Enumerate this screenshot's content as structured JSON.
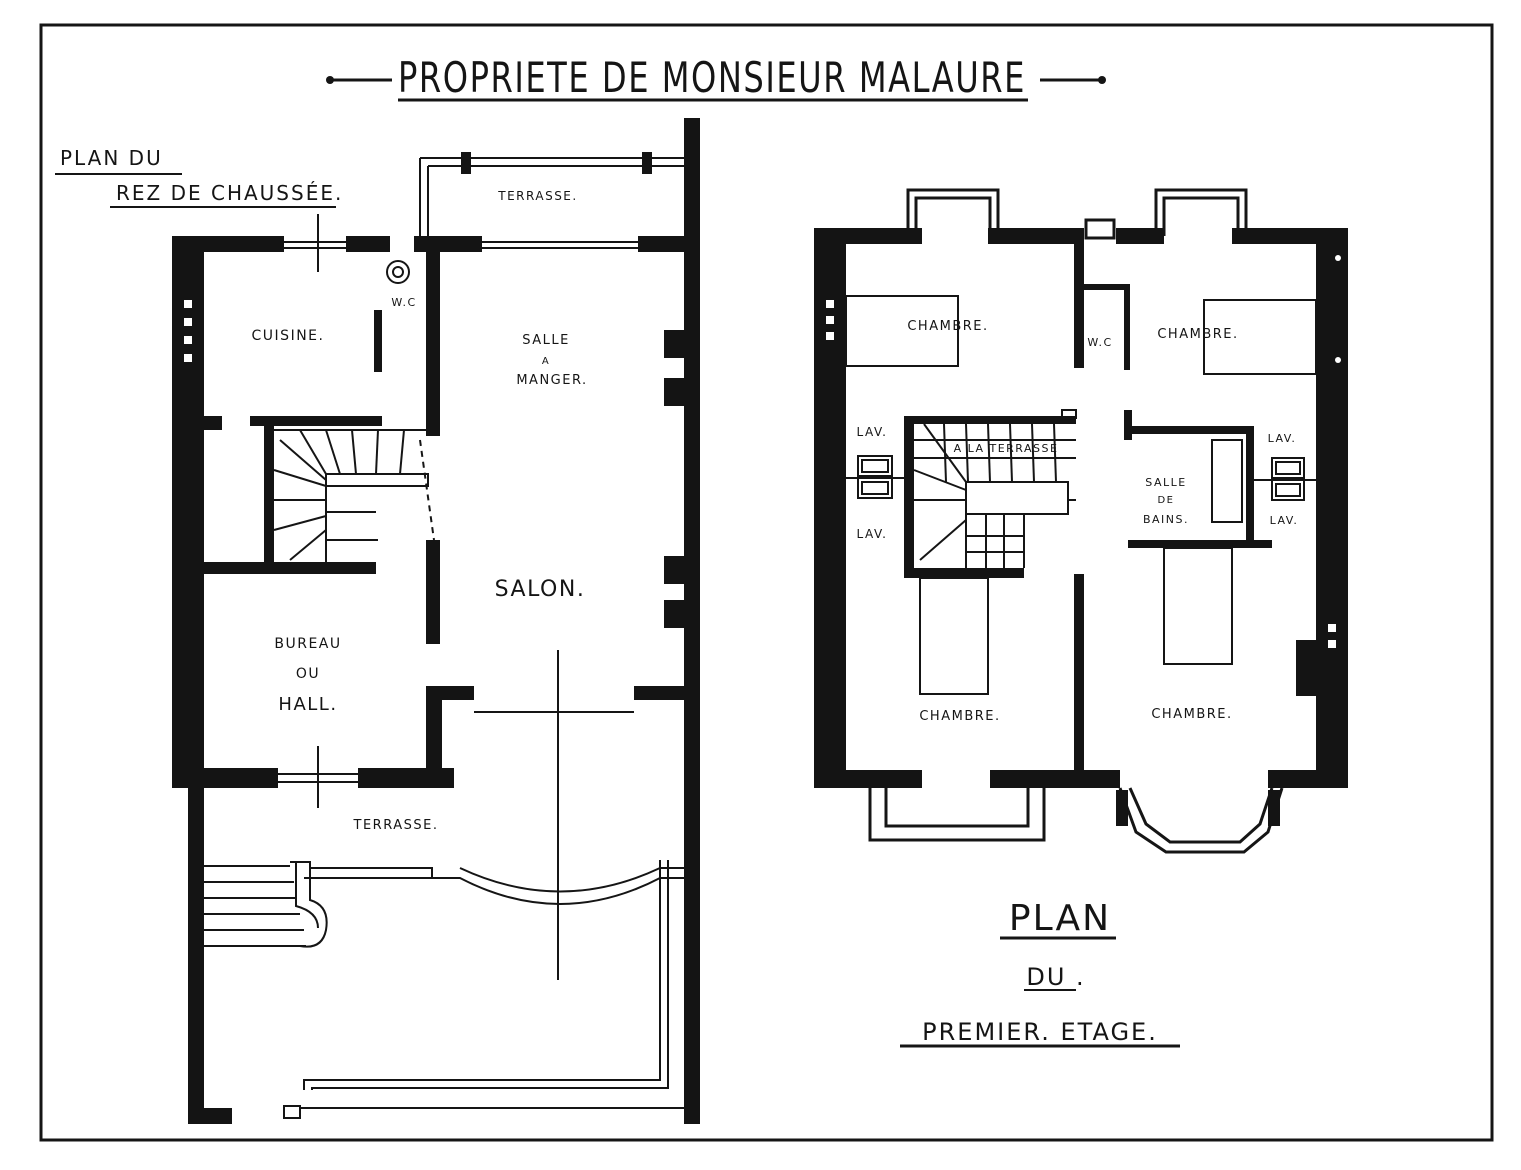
{
  "title": "PROPRIETE DE MONSIEUR MALAURE",
  "ground_floor": {
    "caption_line1": "PLAN DU",
    "caption_line2": "REZ DE CHAUSSÉE.",
    "rooms": {
      "terrasse_top": "TERRASSE.",
      "cuisine": "CUISINE.",
      "wc": "W.C",
      "salle_line1": "SALLE",
      "salle_line2": "A",
      "salle_line3": "MANGER.",
      "salon": "SALON.",
      "bureau_line1": "BUREAU",
      "bureau_line2": "OU",
      "bureau_line3": "HALL.",
      "terrasse_bottom": "TERRASSE."
    }
  },
  "first_floor": {
    "caption_line1": "PLAN",
    "caption_line2": "DU .",
    "caption_line3": "PREMIER. ETAGE.",
    "rooms": {
      "chambre_top_left": "CHAMBRE.",
      "wc": "W.C",
      "chambre_top_right": "CHAMBRE.",
      "lav_1": "LAV.",
      "lav_2": "LAV.",
      "stair": "A LA TERRASSE",
      "bain_line1": "SALLE",
      "bain_line2": "DE",
      "bain_line3": "BAINS.",
      "lav_3": "LAV.",
      "lav_4": "LAV.",
      "chambre_bottom_left": "CHAMBRE.",
      "chambre_bottom_right": "CHAMBRE."
    }
  }
}
